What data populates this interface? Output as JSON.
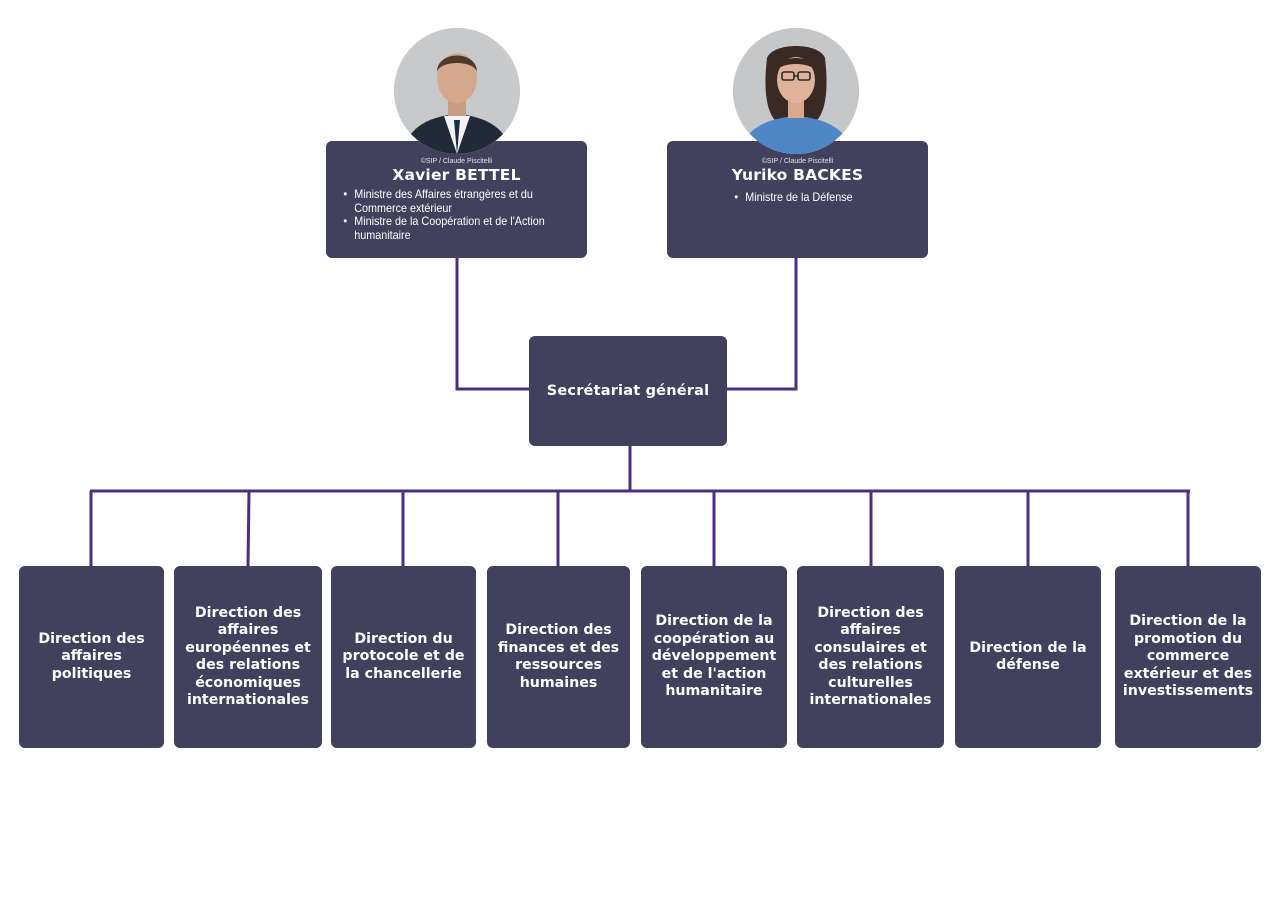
{
  "ministers": [
    {
      "photo_credit": "©SIP / Claude Piscitelli",
      "name": "Xavier BETTEL",
      "roles": [
        "Ministre des Affaires étrangères et du Commerce extérieur",
        "Ministre de la Coopération et de l'Action humanitaire"
      ]
    },
    {
      "photo_credit": "©SIP / Claude Piscitelli",
      "name": "Yuriko BACKES",
      "roles": [
        "Ministre de la Défense"
      ]
    }
  ],
  "secretariat": {
    "label": "Secrétariat général"
  },
  "directions": [
    "Direction des affaires politiques",
    "Direction des affaires européennes et des relations économiques internationales",
    "Direction du protocole et de la chancellerie",
    "Direction des finances et des ressources humaines",
    "Direction de la coopération au développement et de l'action humanitaire",
    "Direction des affaires consulaires et des relations culturelles internationales",
    "Direction de la défense",
    "Direction de la promotion du commerce extérieur et des investissements"
  ],
  "colors": {
    "box": "#41405d",
    "connector": "#4e2c84",
    "text": "#ffffff"
  }
}
